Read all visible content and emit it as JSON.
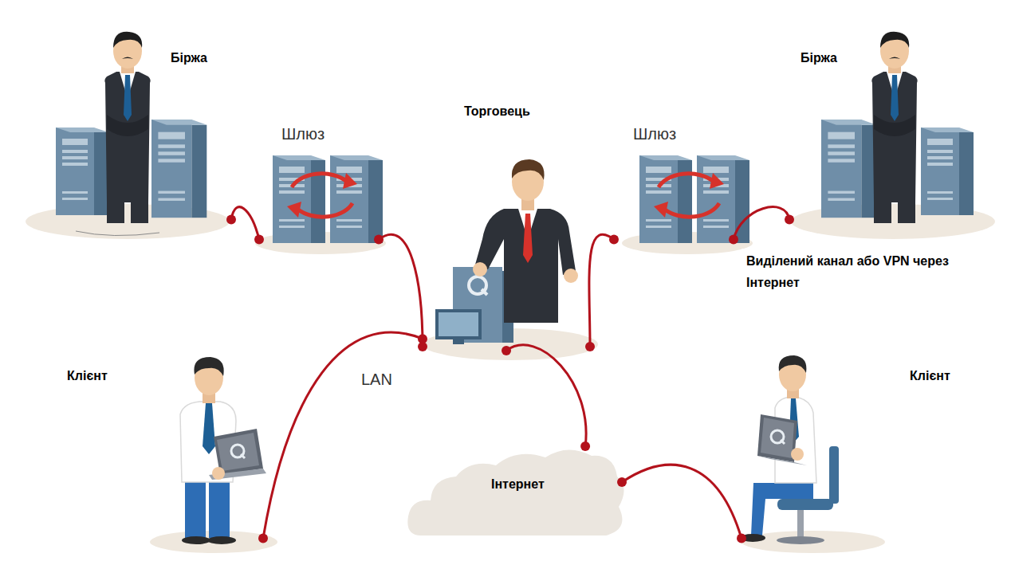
{
  "diagram": {
    "nodes": [
      {
        "text": [
          "Біржа"
        ]
      },
      {
        "text": [
          "Шлюз"
        ]
      },
      {
        "text": [
          "Торговець"
        ]
      },
      {
        "text": [
          "Шлюз"
        ]
      },
      {
        "text": [
          "Біржа"
        ]
      },
      {
        "text": [
          "Клієнт"
        ]
      },
      {
        "text": [
          "Інтернет"
        ]
      },
      {
        "text": [
          "Клієнт"
        ]
      }
    ],
    "edges": [
      {
        "from": 0,
        "to": 1,
        "arrow": "none"
      },
      {
        "from": 1,
        "to": 2,
        "arrow": "none"
      },
      {
        "from": 2,
        "to": 3,
        "arrow": "none"
      },
      {
        "from": 3,
        "to": 4,
        "arrow": "none"
      },
      {
        "from": 5,
        "to": 2,
        "label": "LAN",
        "arrow": "none"
      },
      {
        "from": 2,
        "to": 6,
        "arrow": "none"
      },
      {
        "from": 6,
        "to": 7,
        "arrow": "none"
      }
    ],
    "labels": [
      "Виділений канал або VPN через Інтернет"
    ]
  }
}
